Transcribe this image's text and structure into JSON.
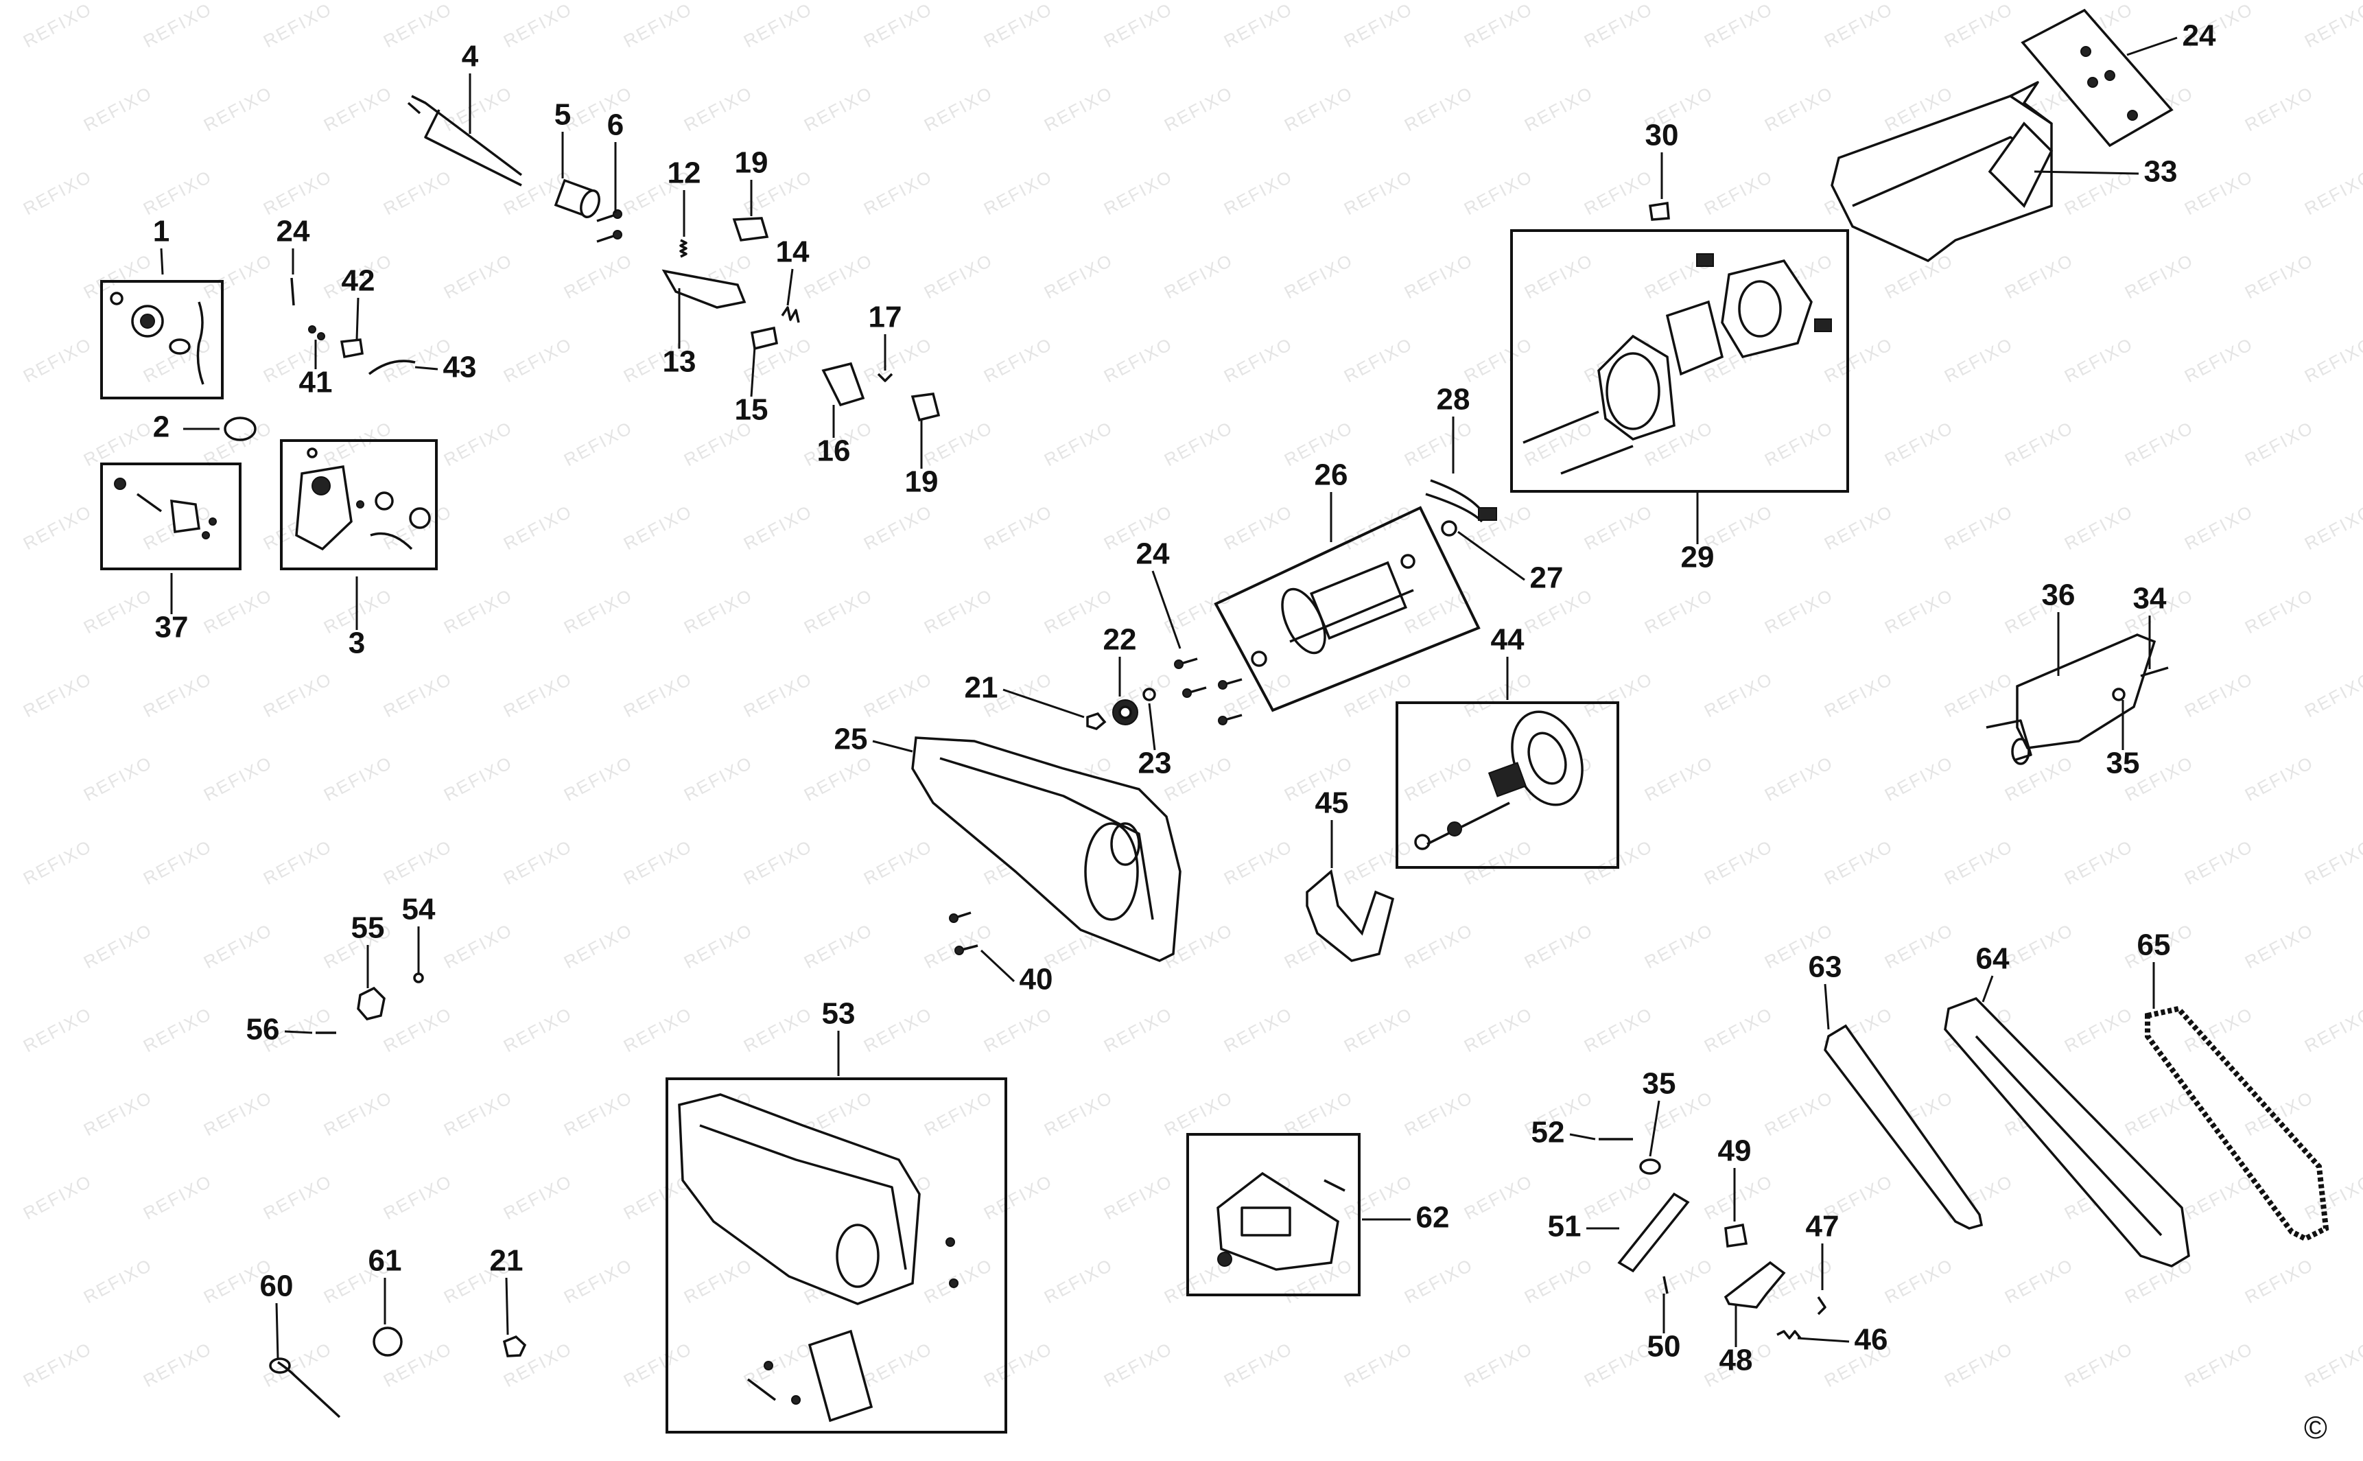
{
  "watermark": "REFIXO",
  "copyright_symbol": "©",
  "callouts": [
    "1",
    "2",
    "3",
    "4",
    "5",
    "6",
    "12",
    "13",
    "14",
    "15",
    "16",
    "17",
    "19",
    "19",
    "21",
    "21",
    "22",
    "23",
    "24",
    "24",
    "24",
    "25",
    "26",
    "27",
    "28",
    "29",
    "30",
    "33",
    "34",
    "35",
    "35",
    "36",
    "37",
    "40",
    "41",
    "42",
    "43",
    "44",
    "45",
    "46",
    "47",
    "48",
    "49",
    "50",
    "51",
    "52",
    "53",
    "54",
    "55",
    "56",
    "60",
    "61",
    "62",
    "63",
    "64",
    "65"
  ],
  "colors": {
    "line": "#111111",
    "background": "#ffffff",
    "watermark": "#e4e4e4"
  }
}
